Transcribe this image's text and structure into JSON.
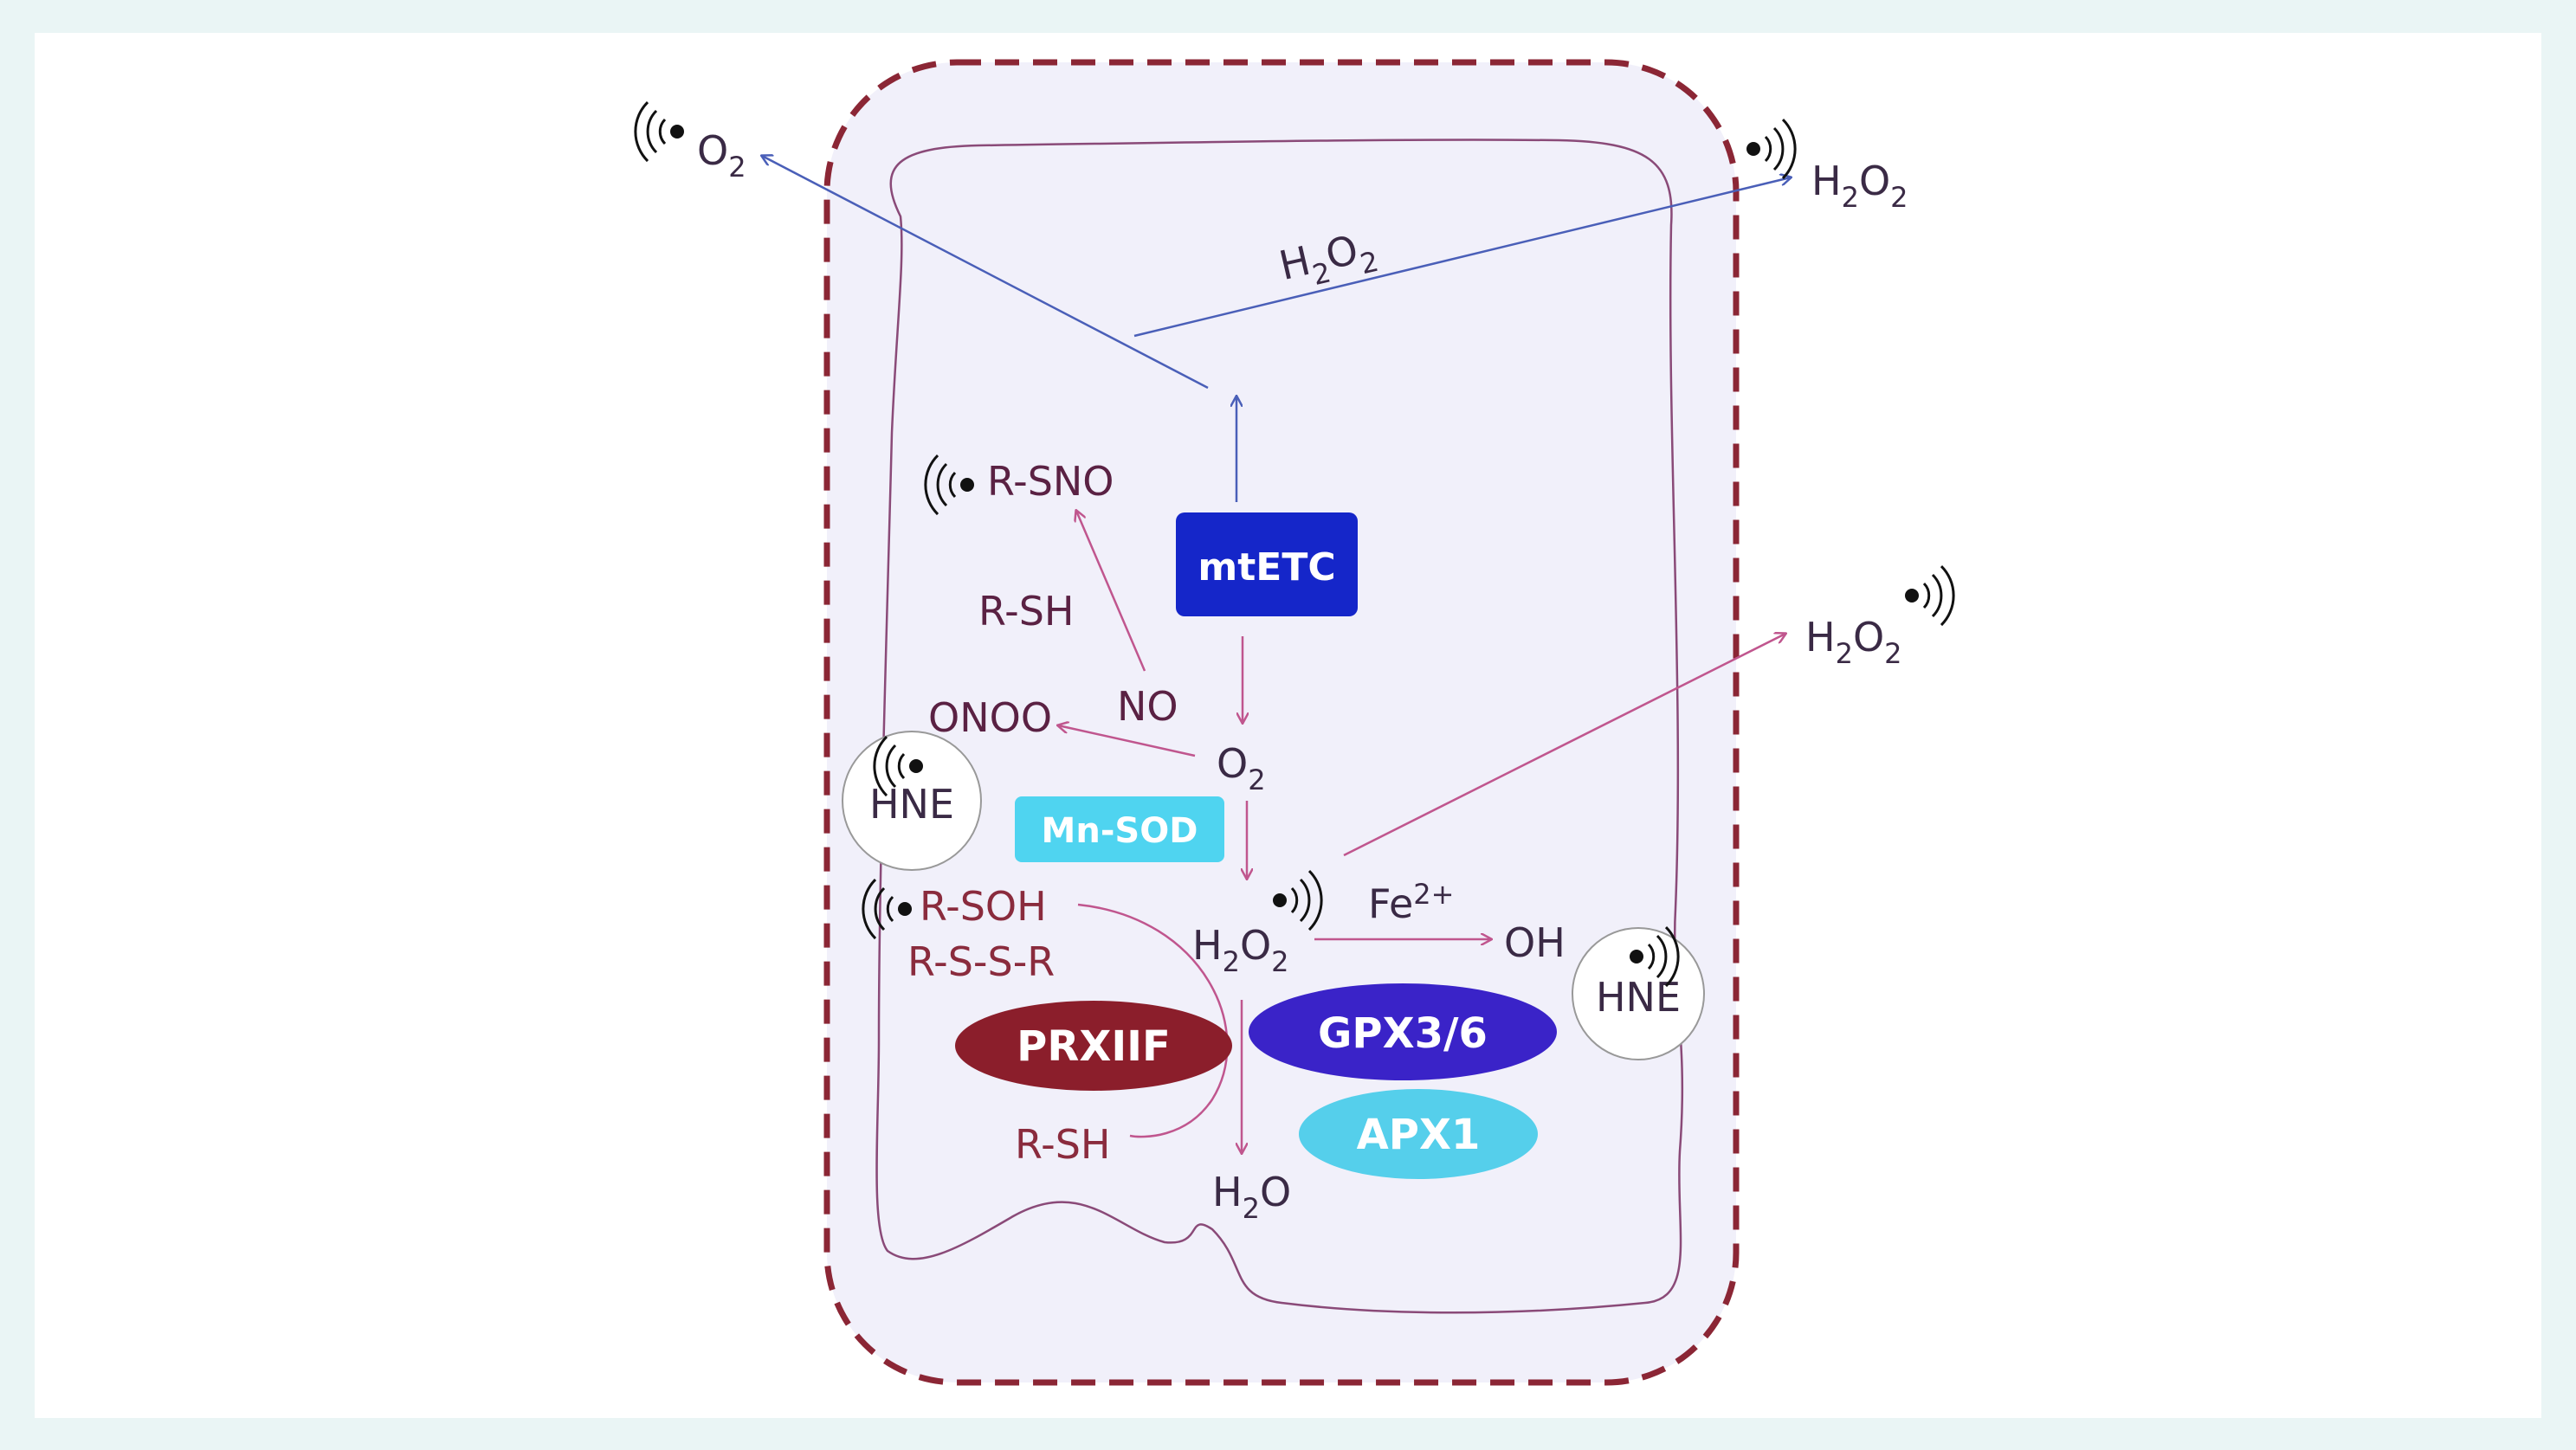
{
  "colors": {
    "frame_bg": "#ffffff",
    "outer_bg": "#eaf5f5",
    "cell_fill": "#f1f0fa",
    "cell_border": "#8b2635",
    "mito_line": "#8a4a78",
    "blue_arrow": "#4a5fb8",
    "pink_arrow": "#c0568e",
    "mtetc": "#1526c9",
    "mnsod": "#4fd4f0",
    "prxiif": "#8b1e2b",
    "gpx": "#3a23c8",
    "apx1": "#55cfeb"
  },
  "labels": {
    "o2_out": {
      "base": "O",
      "sub": "2"
    },
    "h2o2_top_out": {
      "base": "H",
      "sub1": "2",
      "mid": "O",
      "sub2": "2"
    },
    "h2o2_upper": {
      "base": "H",
      "sub1": "2",
      "mid": "O",
      "sub2": "2"
    },
    "h2o2_right_out": {
      "base": "H",
      "sub1": "2",
      "mid": "O",
      "sub2": "2"
    },
    "r_sno": "R-SNO",
    "r_sh_top": "R-SH",
    "no": "NO",
    "onoo": "ONOO",
    "o2_center": {
      "base": "O",
      "sub": "2"
    },
    "h2o2_center": {
      "base": "H",
      "sub1": "2",
      "mid": "O",
      "sub2": "2"
    },
    "fe": {
      "base": "Fe",
      "sup": "2+"
    },
    "oh": "OH",
    "r_soh": "R-SOH",
    "r_ssr": "R-S-S-R",
    "r_sh_bottom": "R-SH",
    "h2o": {
      "base": "H",
      "sub": "2",
      "tail": "O"
    }
  },
  "enzymes": {
    "mtetc": "mtETC",
    "mnsod": "Mn-SOD",
    "prxiif": "PRXIIF",
    "gpx": "GPX3/6",
    "apx1": "APX1",
    "hne_left": "HNE",
    "hne_right": "HNE"
  },
  "icons": [
    "signal-icon-o2",
    "signal-icon-h2o2-top",
    "signal-icon-h2o2-right",
    "signal-icon-rsno",
    "signal-icon-hne-left",
    "signal-icon-rsoh",
    "signal-icon-h2o2-center",
    "signal-icon-hne-right"
  ]
}
